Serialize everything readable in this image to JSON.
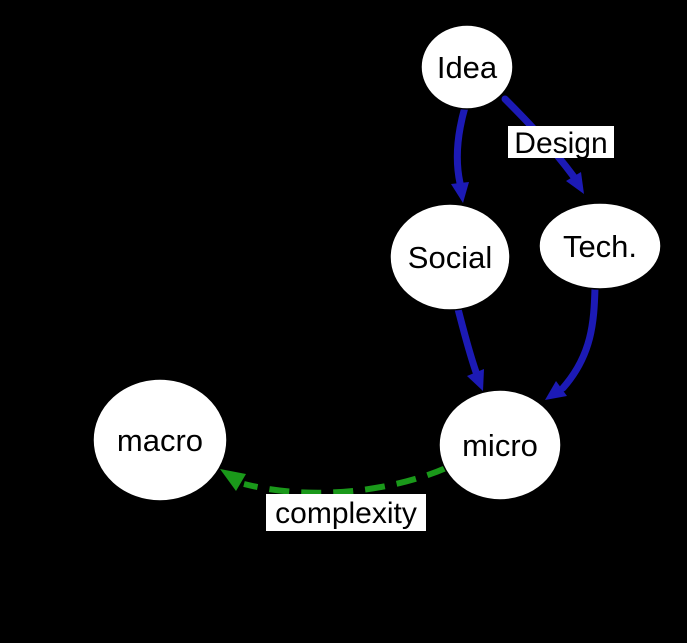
{
  "diagram": {
    "type": "directed-graph",
    "colors": {
      "background": "#000000",
      "node_fill": "#ffffff",
      "node_border": "#000000",
      "node_text": "#000000",
      "edge_blue": "#1c1ab5",
      "edge_green": "#1a991a",
      "label_bg": "#ffffff",
      "label_text": "#000000"
    },
    "nodes": [
      {
        "id": "idea",
        "label": "Idea"
      },
      {
        "id": "social",
        "label": "Social"
      },
      {
        "id": "tech",
        "label": "Tech."
      },
      {
        "id": "macro",
        "label": "macro"
      },
      {
        "id": "micro",
        "label": "micro"
      }
    ],
    "edges": [
      {
        "from": "Idea",
        "to": "Social",
        "label": "",
        "color": "#1c1ab5",
        "style": "solid"
      },
      {
        "from": "Idea",
        "to": "Tech.",
        "label": "Design",
        "color": "#1c1ab5",
        "style": "solid"
      },
      {
        "from": "Social",
        "to": "micro",
        "label": "",
        "color": "#1c1ab5",
        "style": "solid"
      },
      {
        "from": "Tech.",
        "to": "micro",
        "label": "",
        "color": "#1c1ab5",
        "style": "solid"
      },
      {
        "from": "micro",
        "to": "macro",
        "label": "complexity",
        "color": "#1a991a",
        "style": "dashed"
      }
    ]
  }
}
